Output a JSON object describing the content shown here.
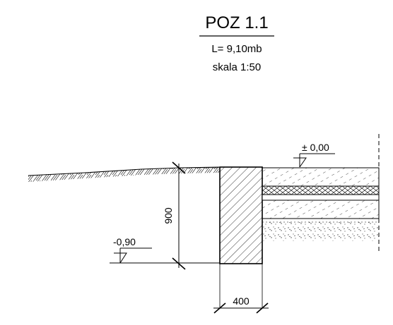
{
  "header": {
    "title": "POZ 1.1",
    "length": "L= 9,10mb",
    "scale": "skala 1:50"
  },
  "levels": {
    "top": "± 0,00",
    "bottom": "-0,90"
  },
  "dimensions": {
    "height": "900",
    "width": "400"
  }
}
